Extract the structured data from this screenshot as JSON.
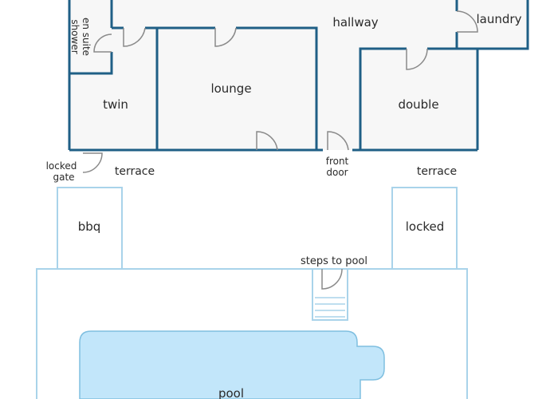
{
  "colors": {
    "wall": "#1f5f86",
    "outdoor_outline": "#a9d3ea",
    "indoor_fill": "#f7f7f7",
    "pool_fill": "#c2e6fa",
    "pool_edge": "#7fbfe0",
    "door_stroke": "#8a8a8a",
    "text": "#2a2a2a"
  },
  "rooms": {
    "hallway": "hallway",
    "laundry": "laundry",
    "ensuite": [
      "en suite",
      "shower"
    ],
    "twin": "twin",
    "lounge": "lounge",
    "double": "double"
  },
  "labels": {
    "locked_gate": [
      "locked",
      "gate"
    ],
    "terrace_left": "terrace",
    "front_door": [
      "front",
      "door"
    ],
    "terrace_right": "terrace",
    "bbq": "bbq",
    "locked": "locked",
    "steps_to_pool": "steps to pool",
    "pool": "pool"
  }
}
